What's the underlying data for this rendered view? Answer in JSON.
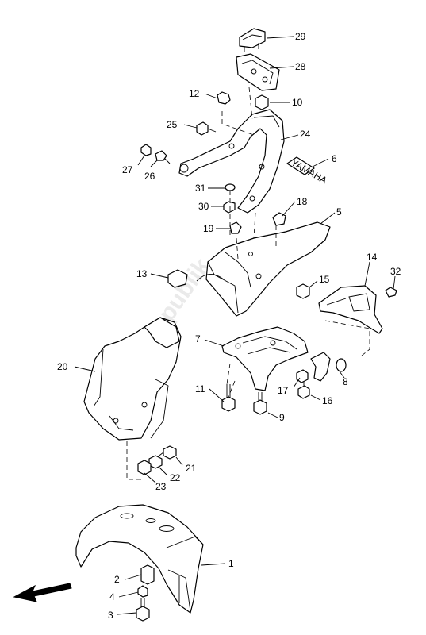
{
  "watermark": "PartsRepublik",
  "callouts": [
    "1",
    "2",
    "3",
    "4",
    "5",
    "6",
    "7",
    "8",
    "9",
    "10",
    "11",
    "12",
    "13",
    "14",
    "15",
    "16",
    "17",
    "18",
    "19",
    "20",
    "21",
    "22",
    "23",
    "24",
    "25",
    "26",
    "27",
    "28",
    "29",
    "30",
    "31",
    "32"
  ],
  "emblem_text": "YAMAHA",
  "colors": {
    "line": "#000000",
    "background": "#ffffff",
    "watermark": "#dcdcdc"
  },
  "direction_arrow": "front-arrow-icon"
}
